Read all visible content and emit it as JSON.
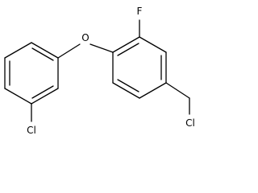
{
  "molecule": {
    "atoms": {
      "fluorine": "F",
      "oxygen": "O",
      "ring_chlorine": "Cl",
      "chloromethyl_chlorine": "Cl"
    }
  }
}
